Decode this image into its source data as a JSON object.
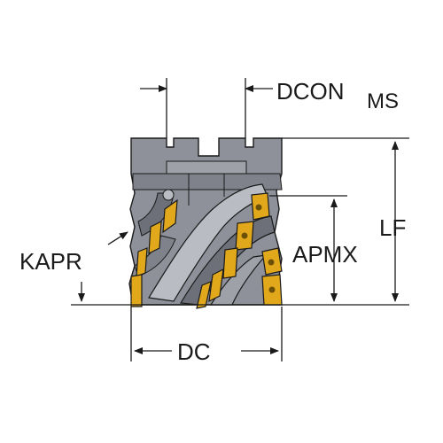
{
  "labels": {
    "dcon": "DCON",
    "dcon_sub": "MS",
    "lf": "LF",
    "apmx": "APMX",
    "kapr": "KAPR",
    "dc": "DC"
  },
  "colors": {
    "body_gray": "#8e9199",
    "body_shadow": "#6d7079",
    "body_light": "#b9bcc3",
    "insert_gold": "#e2a81c",
    "insert_dark": "#a8780c",
    "line": "#1a1a1a"
  }
}
